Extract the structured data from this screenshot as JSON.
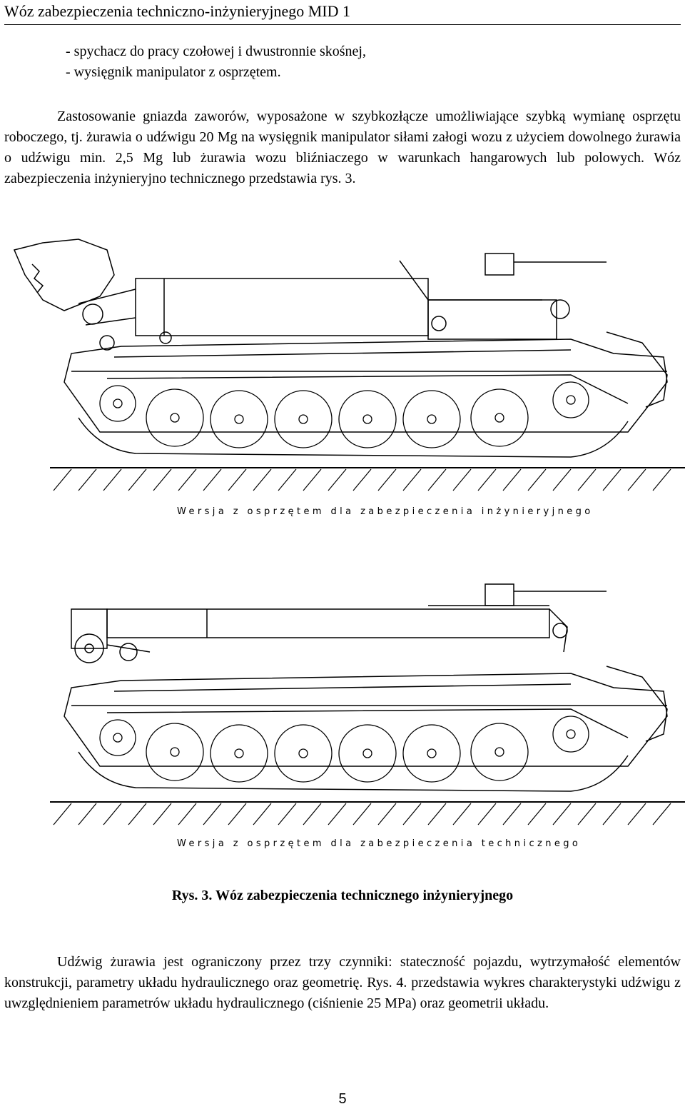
{
  "header": {
    "title": "Wóz zabezpieczenia techniczno-inżynieryjnego MID 1"
  },
  "bullets": [
    "-  spychacz do pracy czołowej i dwustronnie skośnej,",
    "-  wysięgnik manipulator z osprzętem."
  ],
  "paragraph1": "Zastosowanie gniazda zaworów, wyposażone w szybkozłącze umożliwiające szybką wymianę osprzętu roboczego, tj. żurawia o udźwigu 20 Mg na wysięgnik manipulator siłami załogi wozu z użyciem dowolnego żurawia o udźwigu min. 2,5 Mg lub żurawia wozu bliźniaczego w warunkach hangarowych lub polowych. Wóz zabezpieczenia inżynieryjno technicznego przedstawia rys. 3.",
  "figure": {
    "drawing1_caption": "Wersja z osprzętem dla zabezpieczenia inżynieryjnego",
    "drawing2_caption": "Wersja z osprzętem dla zabezpieczenia technicznego",
    "caption": "Rys. 3. Wóz zabezpieczenia technicznego inżynieryjnego"
  },
  "paragraph2": "Udźwig żurawia jest ograniczony przez trzy czynniki: stateczność pojazdu, wytrzymałość elementów konstrukcji, parametry układu hydraulicznego oraz geometrię. Rys. 4. przedstawia wykres charakterystyki udźwigu z uwzględnieniem parametrów układu hydraulicznego (ciśnienie 25 MPa) oraz geometrii układu.",
  "page_number": "5"
}
